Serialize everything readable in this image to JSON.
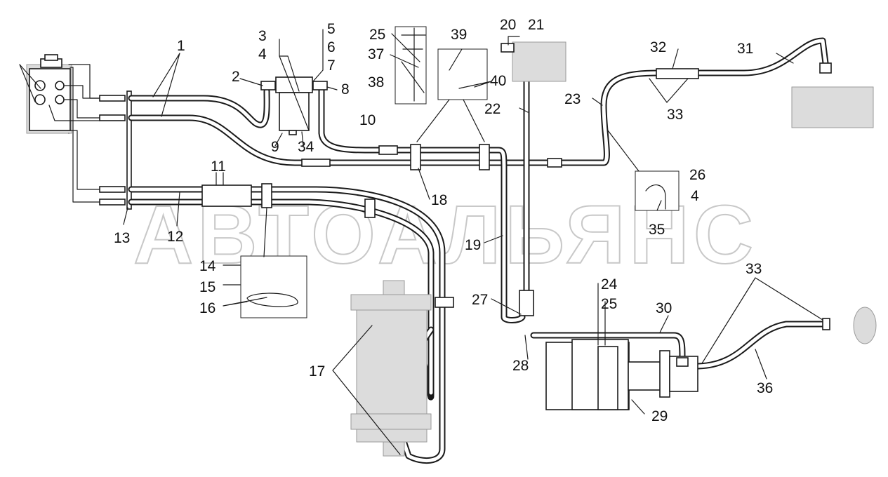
{
  "watermark": "АВТОАЛЬЯНС",
  "callouts": [
    "1",
    "2",
    "3",
    "4",
    "5",
    "6",
    "7",
    "8",
    "9",
    "10",
    "11",
    "12",
    "13",
    "14",
    "15",
    "16",
    "17",
    "18",
    "19",
    "20",
    "21",
    "22",
    "23",
    "24",
    "25",
    "26",
    "27",
    "28",
    "29",
    "30",
    "31",
    "32",
    "33",
    "34",
    "35",
    "36",
    "37",
    "38",
    "39",
    "40"
  ],
  "extra_labels": {
    "n4b": "4",
    "n25b": "25",
    "n33b": "33"
  }
}
